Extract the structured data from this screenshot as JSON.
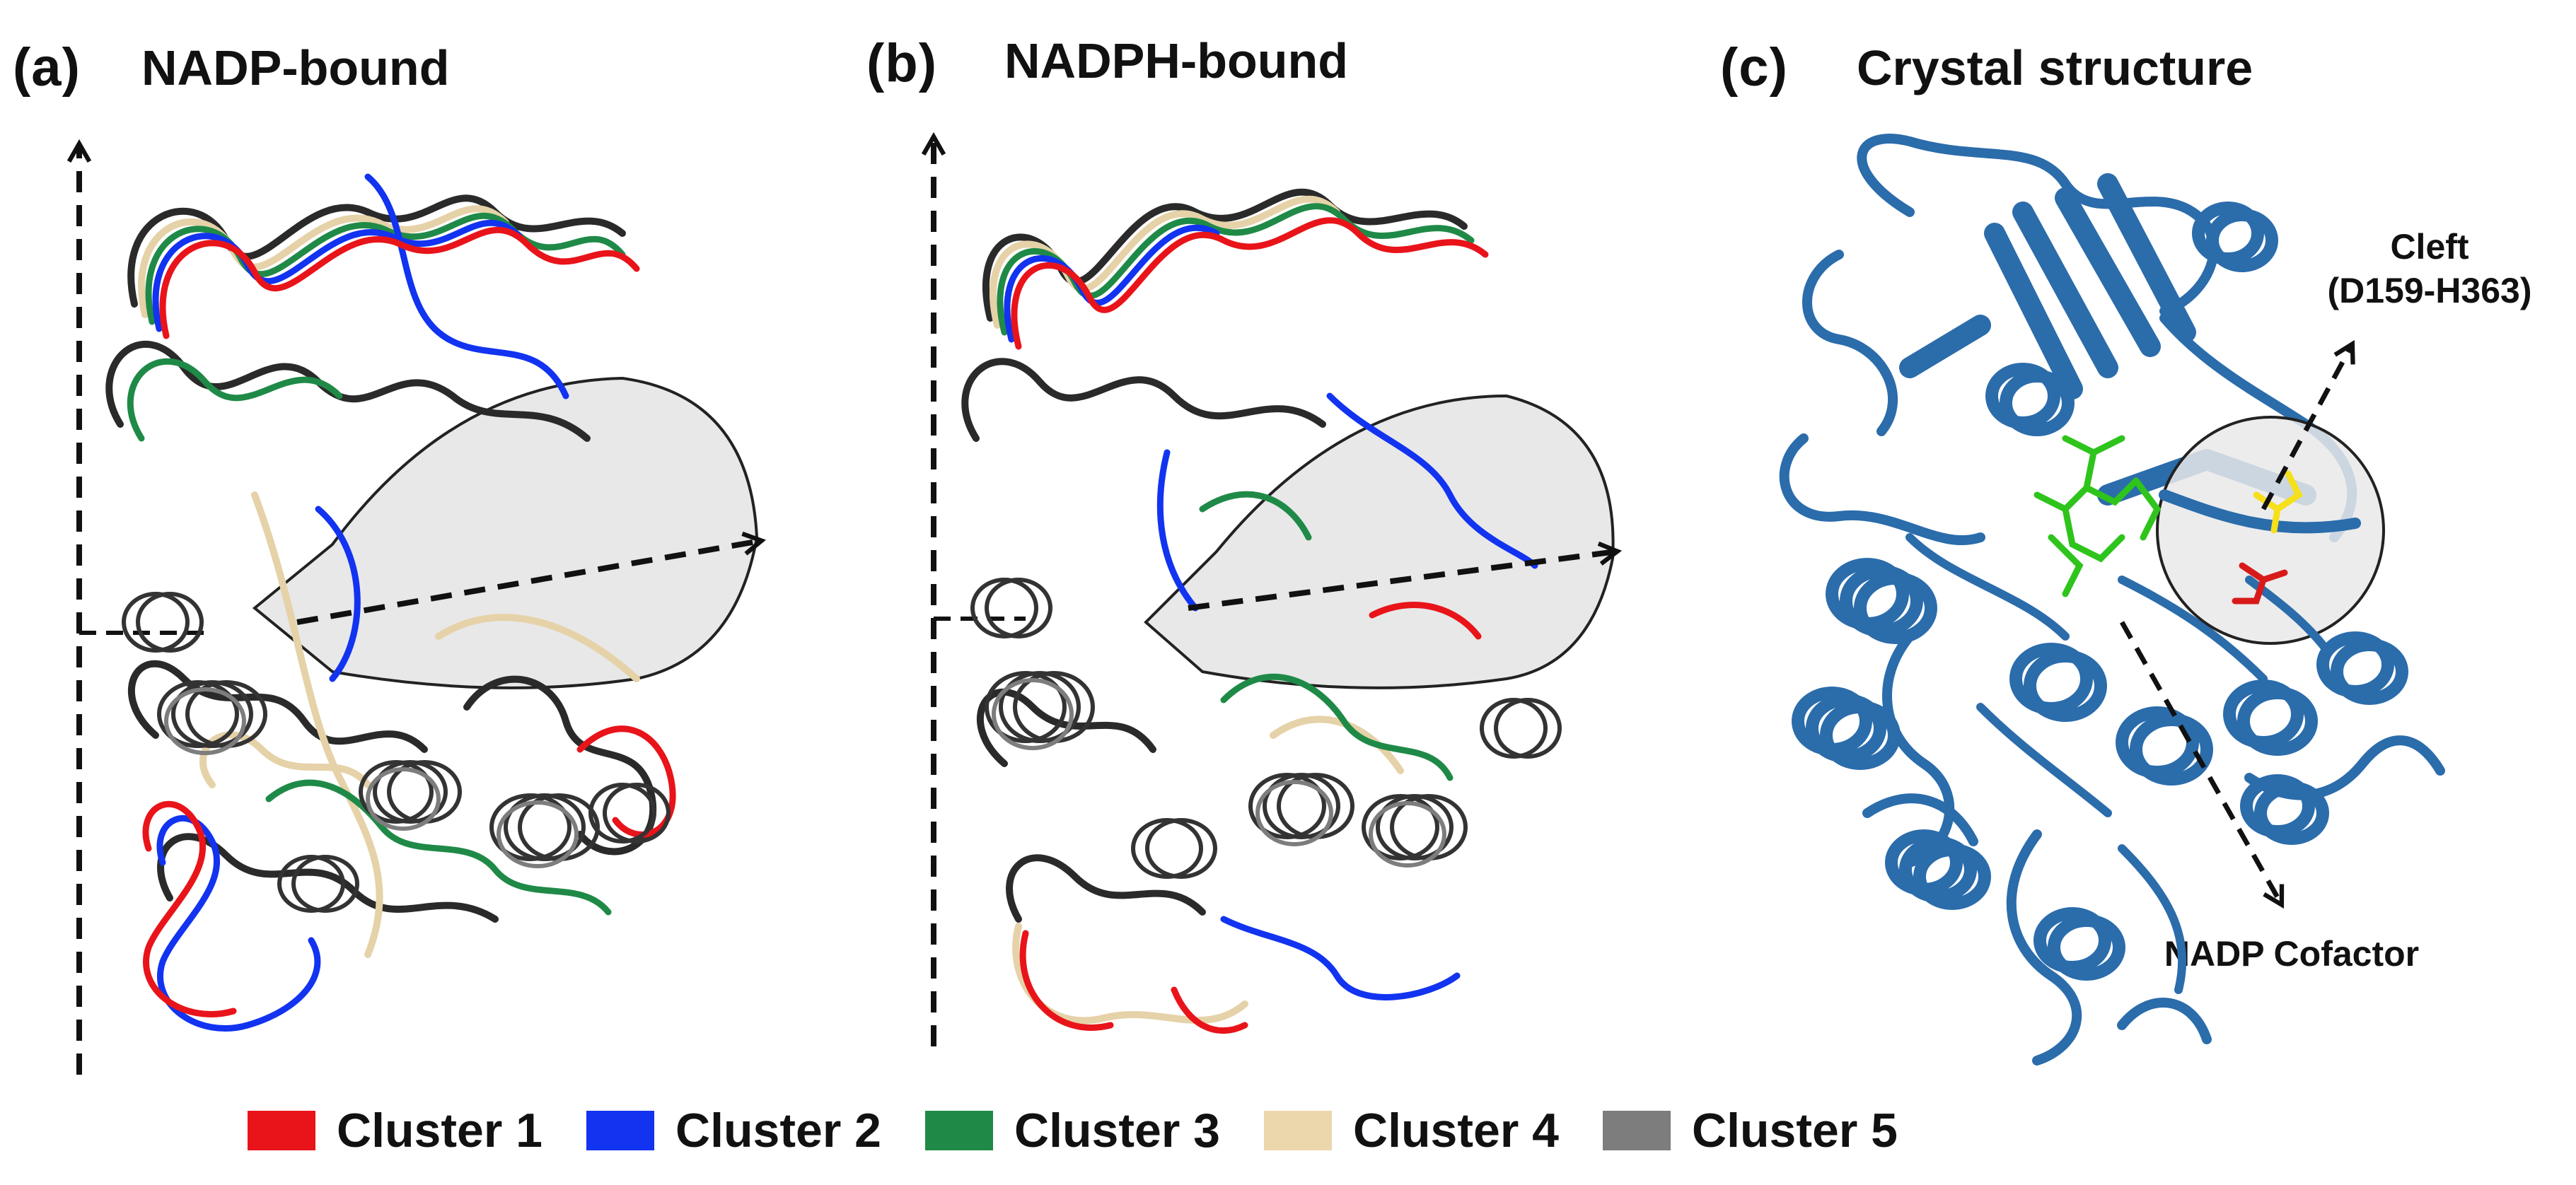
{
  "panels": [
    {
      "label": "(a)",
      "title": "NADP-bound"
    },
    {
      "label": "(b)",
      "title": "NADPH-bound"
    },
    {
      "label": "(c)",
      "title": "Crystal structure"
    }
  ],
  "annotations": {
    "cleft_line1": "Cleft",
    "cleft_line2": "(D159-H363)",
    "cofactor": "NADP Cofactor"
  },
  "legend": [
    {
      "label": "Cluster 1",
      "color": "#e8141a"
    },
    {
      "label": "Cluster 2",
      "color": "#1233f0"
    },
    {
      "label": "Cluster 3",
      "color": "#1f8a47"
    },
    {
      "label": "Cluster 4",
      "color": "#ecd7ad"
    },
    {
      "label": "Cluster 5",
      "color": "#7d7d7d"
    }
  ],
  "colors": {
    "crystal_ribbon": "#2b6cab",
    "ligand_nadp": "#2ec41c",
    "residue_d159": "#f5e01a",
    "residue_h363": "#d91a1a",
    "cleft_shade": "#e9e9e9"
  }
}
